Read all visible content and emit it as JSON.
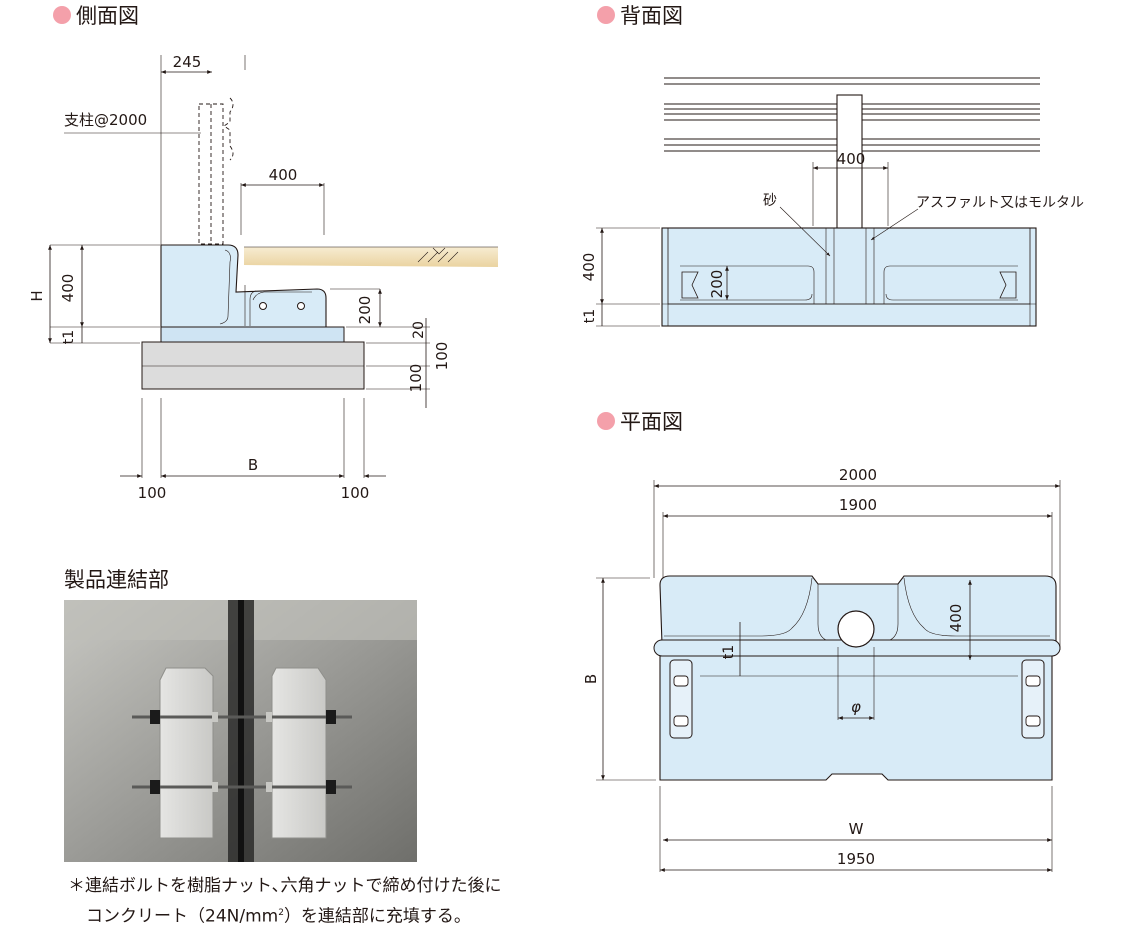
{
  "side_view": {
    "title": "側面図",
    "post_label": "支柱@2000",
    "dims": {
      "post_width": "245",
      "offset": "400",
      "h_label": "H",
      "height": "400",
      "t1": "t1",
      "notch_height": "200",
      "top_gap": "20",
      "base_total": "100",
      "base_layer": "100",
      "width_label": "B",
      "left_margin": "100",
      "right_margin": "100"
    }
  },
  "back_view": {
    "title": "背面図",
    "dims": {
      "post_offset": "400",
      "height": "400",
      "t1": "t1",
      "inner": "200"
    },
    "labels": {
      "sand": "砂",
      "filler": "アスファルト又はモルタル"
    }
  },
  "plan_view": {
    "title": "平面図",
    "dims": {
      "total": "2000",
      "inner": "1900",
      "depth": "400",
      "t1": "t1",
      "diameter": "φ",
      "width_label": "B",
      "w_label": "W",
      "bottom": "1950"
    }
  },
  "photo": {
    "title": "製品連結部",
    "caption_line1": "＊連結ボルトを樹脂ナット､六角ナットで締め付けた後に",
    "caption_line2_prefix": "コンクリート（24N/mm",
    "caption_sup": "2",
    "caption_line2_suffix": "）を連結部に充填する。"
  },
  "colors": {
    "bullet": "#f4a0aa",
    "block_fill": "#d8ebf7",
    "asphalt": "#f1dfb8"
  }
}
